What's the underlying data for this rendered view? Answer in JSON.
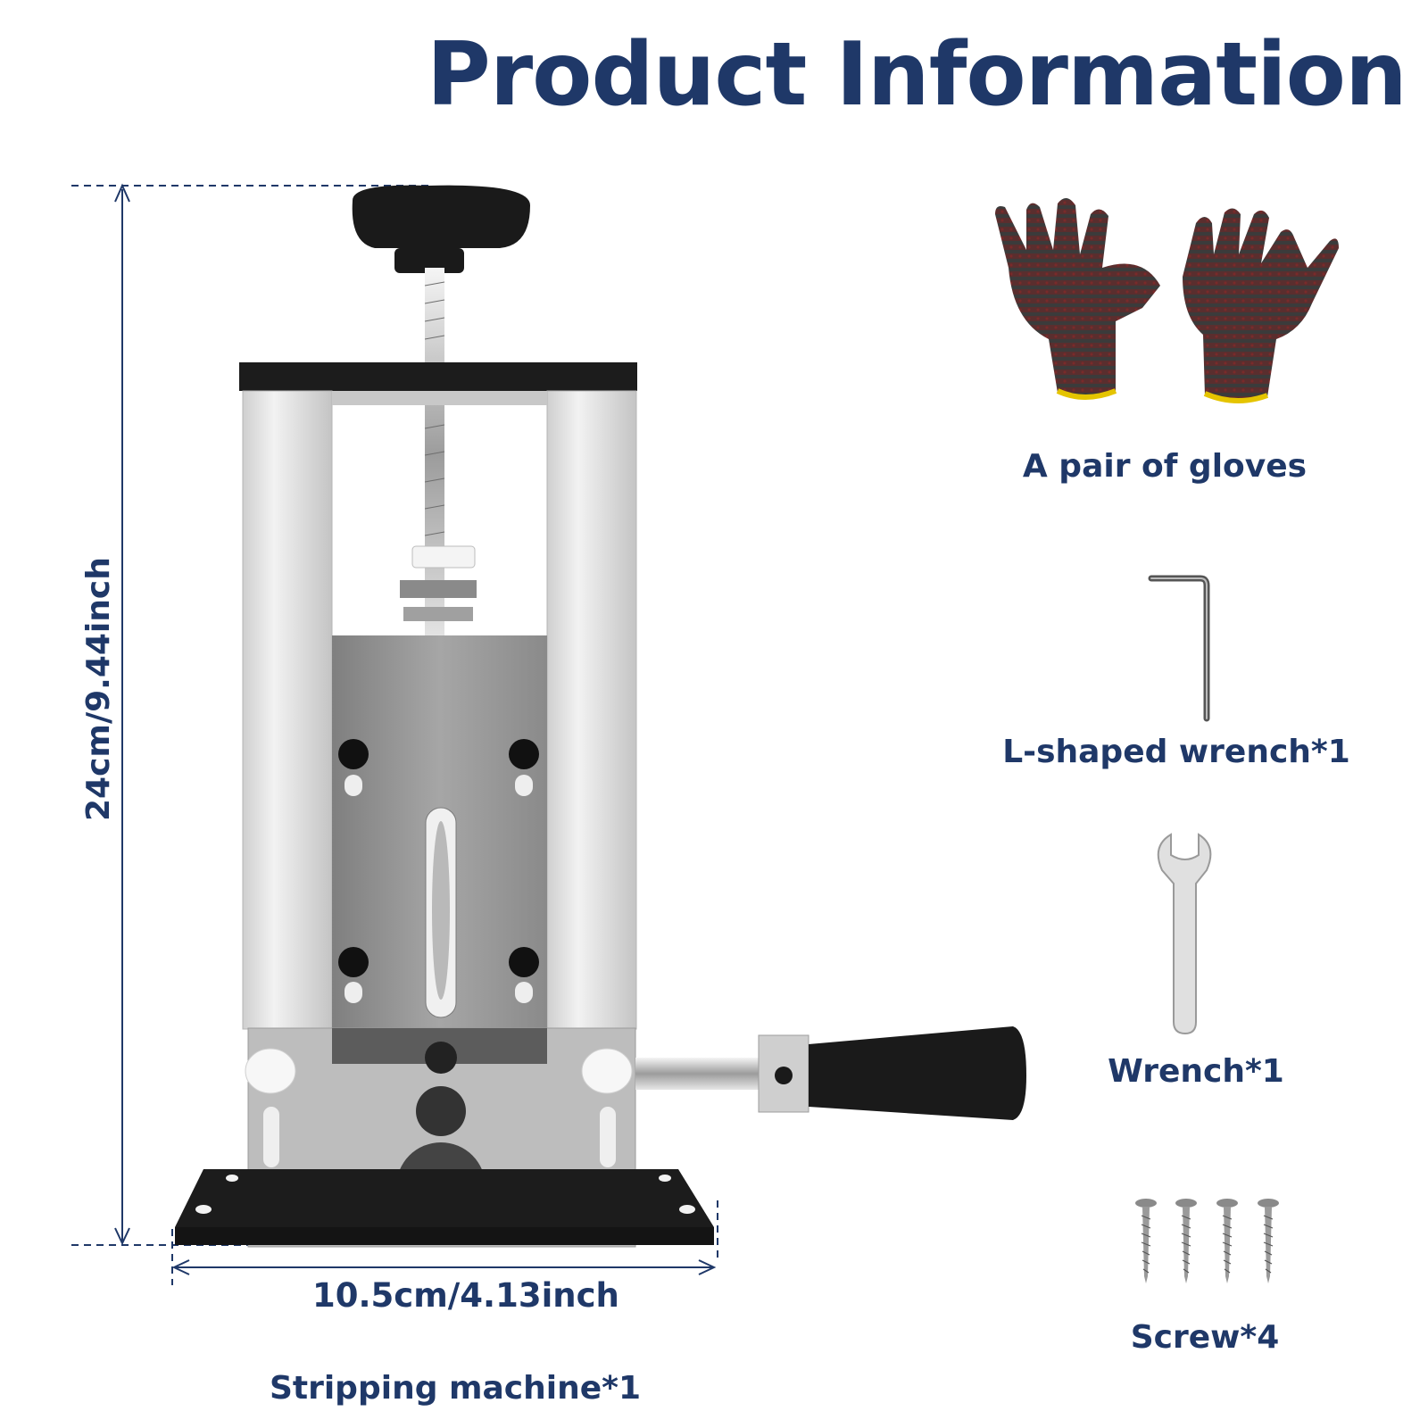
{
  "title": "Product Information",
  "dimensions": {
    "height_label": "24cm/9.44inch",
    "width_label": "10.5cm/4.13inch"
  },
  "items": {
    "machine": "Stripping machine*1",
    "gloves": "A pair of gloves",
    "l_wrench": "L-shaped wrench*1",
    "wrench": "Wrench*1",
    "screws": "Screw*4"
  },
  "colors": {
    "text": "#1f3868",
    "aluminum": "#d9d9d9",
    "steel": "#8f8f8f",
    "black": "#1a1a1a"
  }
}
